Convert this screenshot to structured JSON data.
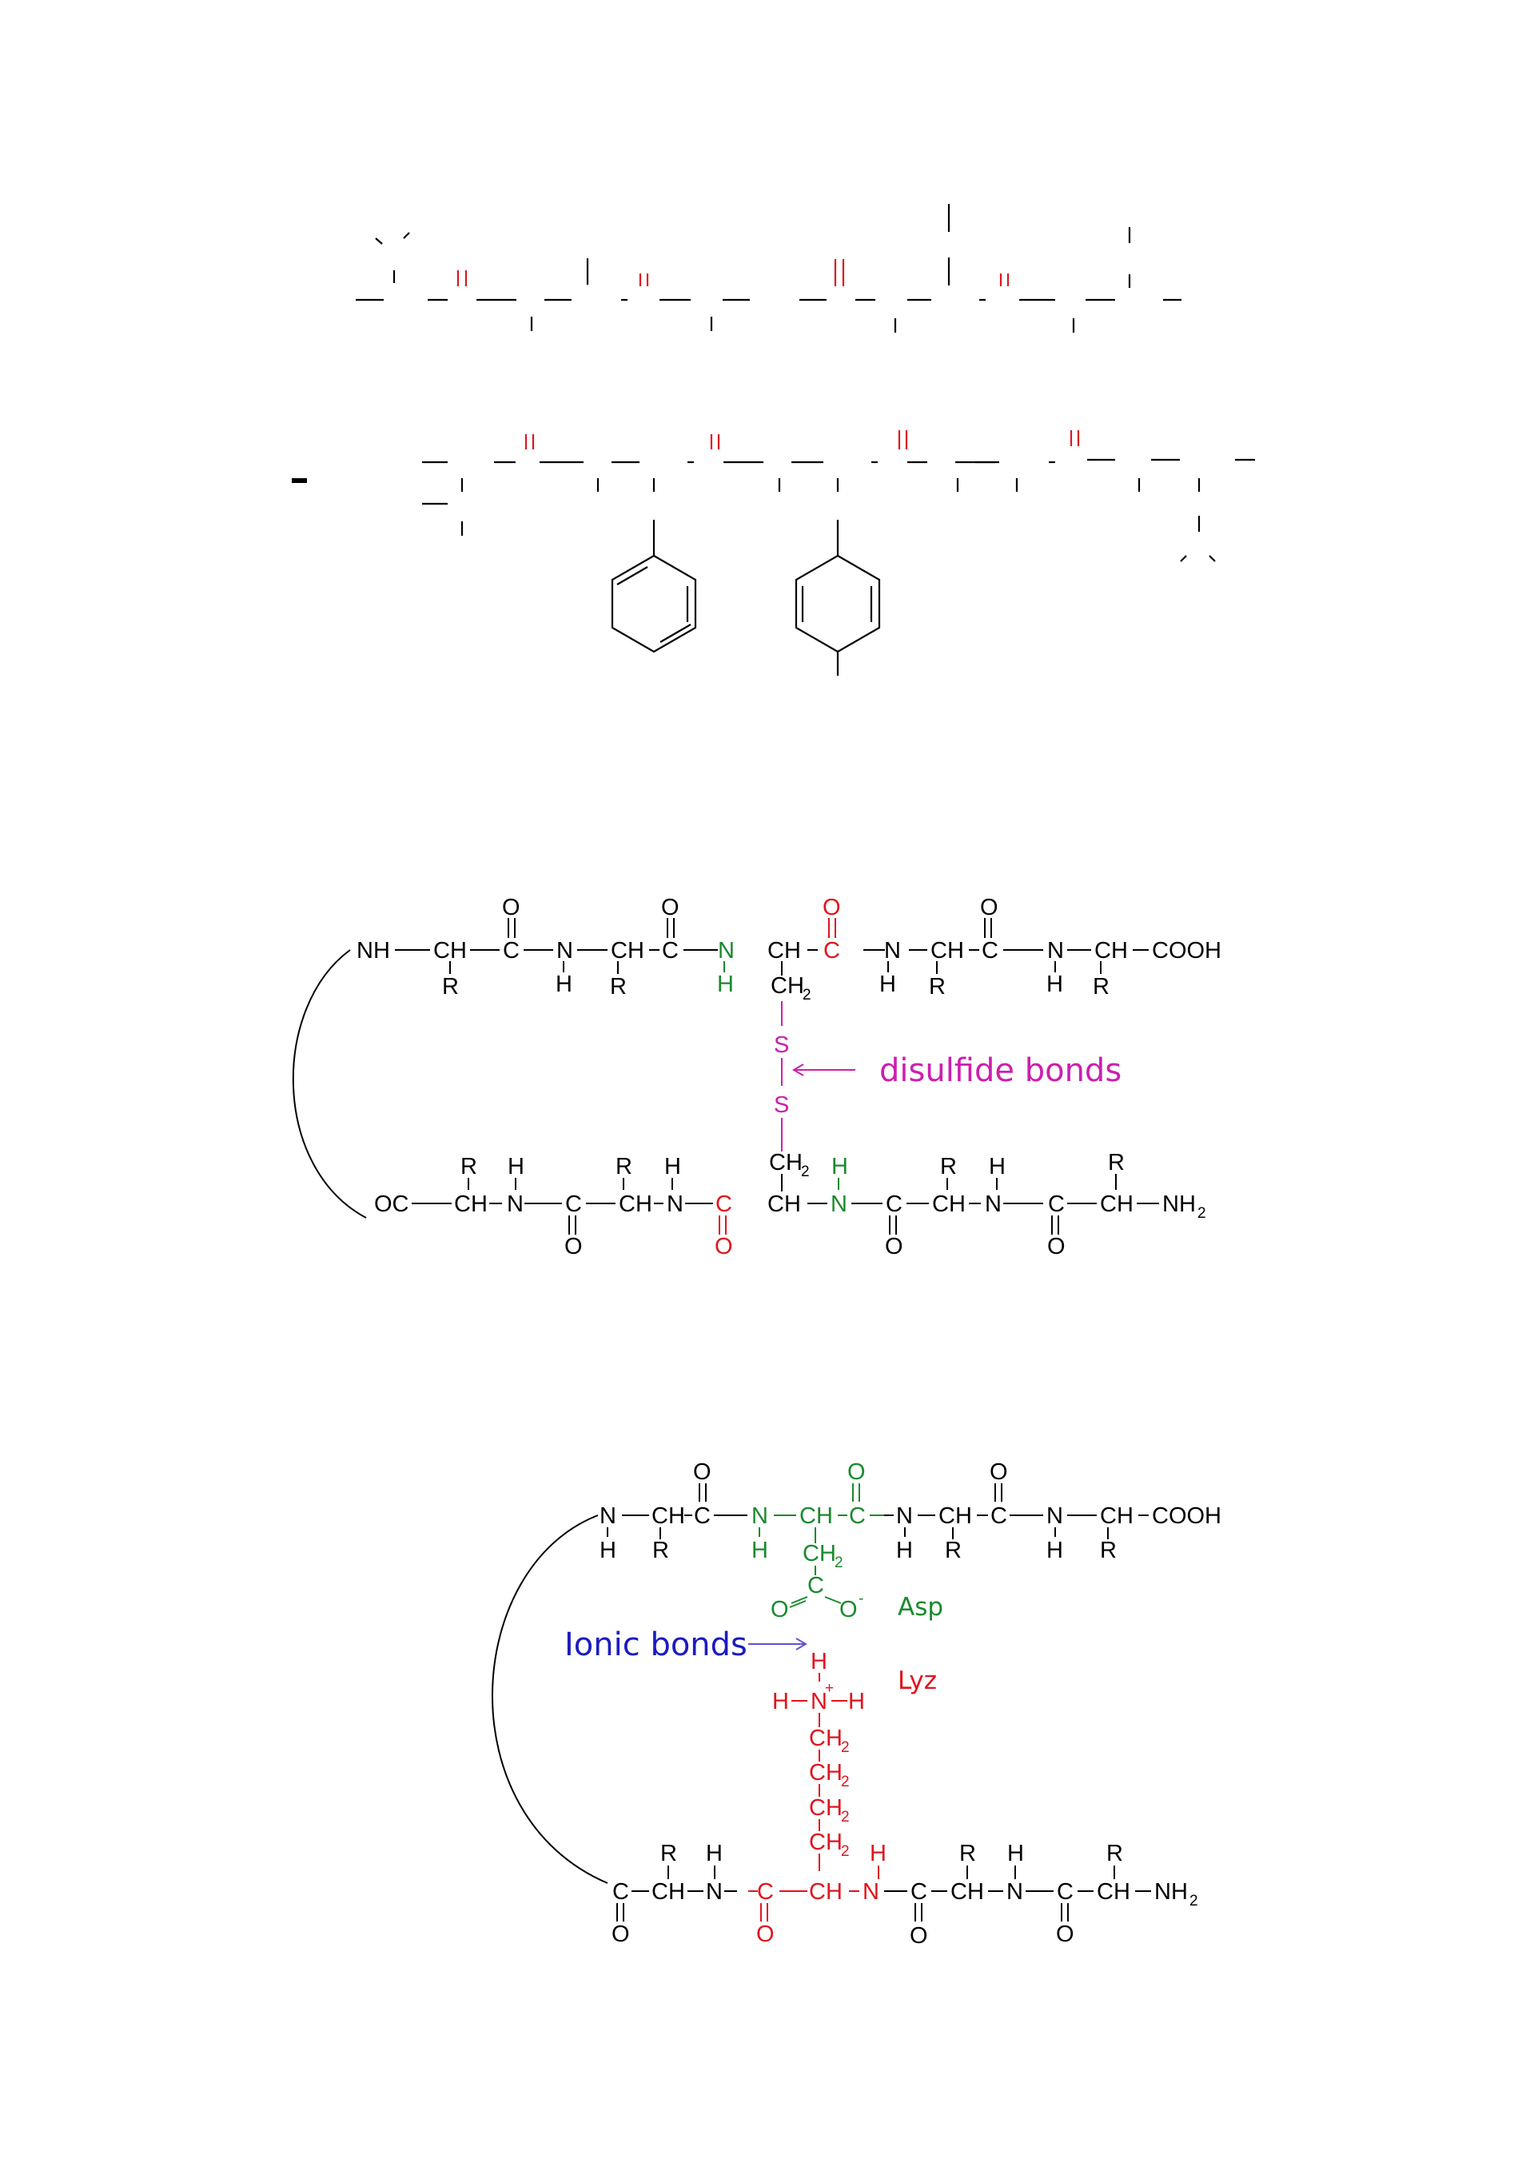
{
  "colors": {
    "black": "#000000",
    "red": "#e0141e",
    "green": "#1a8a2e",
    "magenta": "#cc1fb0",
    "blue": "#1c1cbf",
    "arrow_violet": "#6a4fc9"
  },
  "disulfide": {
    "label": "disulfide bonds",
    "top": {
      "nh": "NH",
      "ch": "CH",
      "c": "C",
      "n": "N",
      "o": "O",
      "r": "R",
      "h": "H",
      "ch2": "CH",
      "ch2_sub": "2",
      "cooh": "COOH"
    },
    "bottom": {
      "oc": "OC",
      "ch": "CH",
      "c": "C",
      "n": "N",
      "o": "O",
      "r": "R",
      "h": "H",
      "ch2": "CH",
      "ch2_sub": "2",
      "nh2": "NH",
      "nh2_sub": "2"
    },
    "s": "S"
  },
  "ionic": {
    "label": "Ionic bonds",
    "asp": "Asp",
    "lyz": "Lyz",
    "top": {
      "n": "N",
      "ch": "CH",
      "c": "C",
      "o": "O",
      "r": "R",
      "h": "H",
      "ch2": "CH",
      "ch2_sub": "2",
      "cooh": "COOH",
      "o_minus": "O",
      "minus": "-"
    },
    "lys": {
      "h": "H",
      "n": "N",
      "plus": "+",
      "ch2": "CH",
      "ch2_sub": "2"
    },
    "bottom": {
      "c": "C",
      "ch": "CH",
      "n": "N",
      "o": "O",
      "r": "R",
      "h": "H",
      "nh2": "NH",
      "nh2_sub": "2"
    }
  }
}
